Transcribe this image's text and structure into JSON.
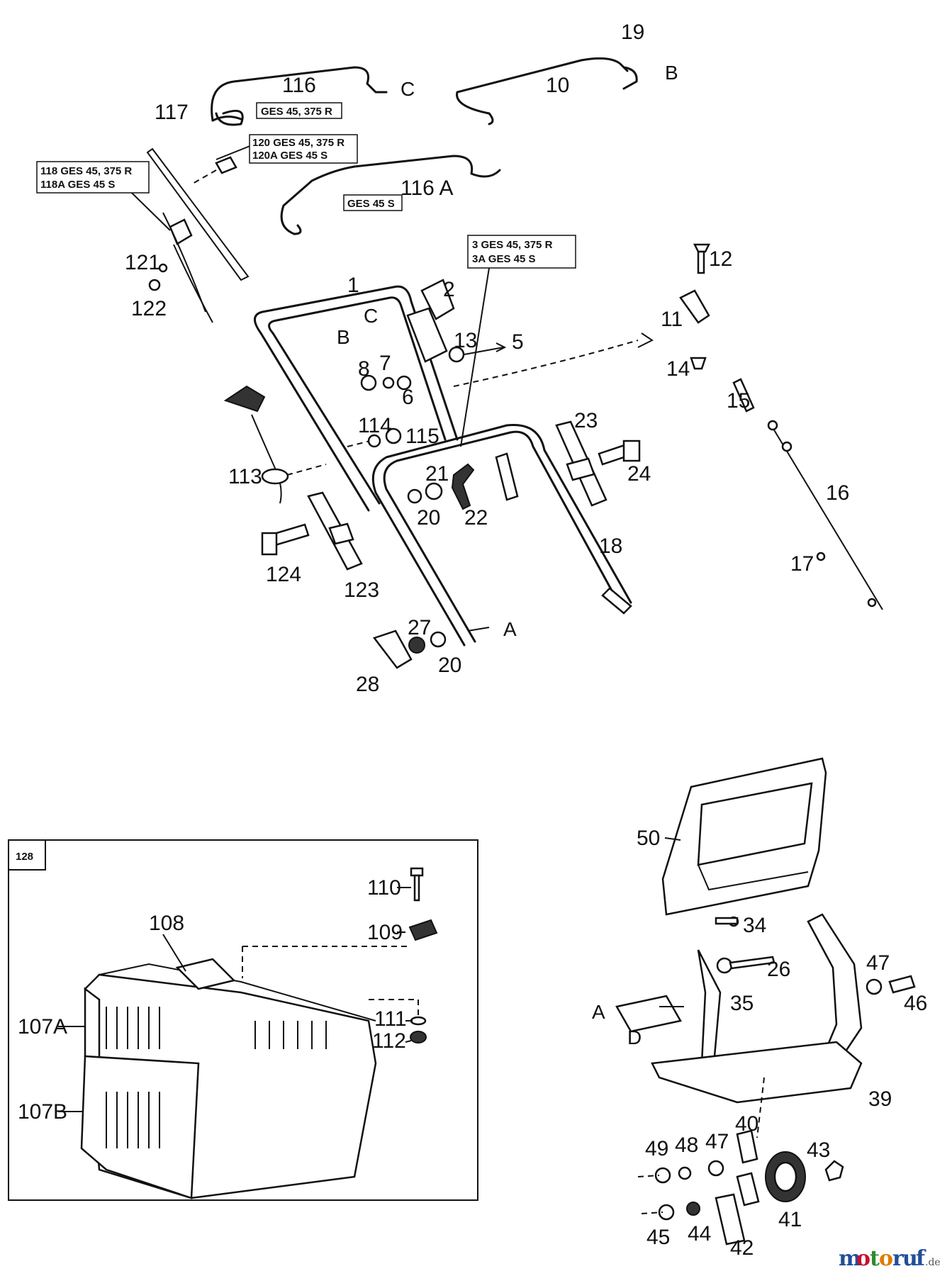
{
  "callouts": [
    {
      "id": "c19",
      "label": "19"
    },
    {
      "id": "c116",
      "label": "116"
    },
    {
      "id": "c10",
      "label": "10"
    },
    {
      "id": "c117",
      "label": "117"
    },
    {
      "id": "c116a",
      "label": "116 A"
    },
    {
      "id": "c121",
      "label": "121"
    },
    {
      "id": "c122",
      "label": "122"
    },
    {
      "id": "c1",
      "label": "1"
    },
    {
      "id": "c2",
      "label": "2"
    },
    {
      "id": "c12",
      "label": "12"
    },
    {
      "id": "c11",
      "label": "11"
    },
    {
      "id": "c13",
      "label": "13"
    },
    {
      "id": "c5",
      "label": "5"
    },
    {
      "id": "c8",
      "label": "8"
    },
    {
      "id": "c7",
      "label": "7"
    },
    {
      "id": "c6",
      "label": "6"
    },
    {
      "id": "c14",
      "label": "14"
    },
    {
      "id": "c15",
      "label": "15"
    },
    {
      "id": "c114",
      "label": "114"
    },
    {
      "id": "c115",
      "label": "115"
    },
    {
      "id": "c23",
      "label": "23"
    },
    {
      "id": "c113",
      "label": "113"
    },
    {
      "id": "c21",
      "label": "21"
    },
    {
      "id": "c24",
      "label": "24"
    },
    {
      "id": "c16",
      "label": "16"
    },
    {
      "id": "c20a",
      "label": "20"
    },
    {
      "id": "c22",
      "label": "22"
    },
    {
      "id": "c18",
      "label": "18"
    },
    {
      "id": "c17",
      "label": "17"
    },
    {
      "id": "c124",
      "label": "124"
    },
    {
      "id": "c123",
      "label": "123"
    },
    {
      "id": "c27",
      "label": "27"
    },
    {
      "id": "c28",
      "label": "28"
    },
    {
      "id": "c20b",
      "label": "20"
    },
    {
      "id": "c50",
      "label": "50"
    },
    {
      "id": "c110",
      "label": "110"
    },
    {
      "id": "c108",
      "label": "108"
    },
    {
      "id": "c109",
      "label": "109"
    },
    {
      "id": "c34",
      "label": "34"
    },
    {
      "id": "c26",
      "label": "26"
    },
    {
      "id": "c47a",
      "label": "47"
    },
    {
      "id": "c107a",
      "label": "107A"
    },
    {
      "id": "c111",
      "label": "111"
    },
    {
      "id": "c35",
      "label": "35"
    },
    {
      "id": "c46",
      "label": "46"
    },
    {
      "id": "c112",
      "label": "112"
    },
    {
      "id": "c107b",
      "label": "107B"
    },
    {
      "id": "c39",
      "label": "39"
    },
    {
      "id": "c40",
      "label": "40"
    },
    {
      "id": "c49",
      "label": "49"
    },
    {
      "id": "c48",
      "label": "48"
    },
    {
      "id": "c47b",
      "label": "47"
    },
    {
      "id": "c43",
      "label": "43"
    },
    {
      "id": "c41",
      "label": "41"
    },
    {
      "id": "c45",
      "label": "45"
    },
    {
      "id": "c44",
      "label": "44"
    },
    {
      "id": "c42",
      "label": "42"
    }
  ],
  "connectors": {
    "c_top": "C",
    "b_top": "B",
    "b_mid": "B",
    "c_mid": "C",
    "a_bot": "A",
    "a_right": "A",
    "d_right": "D"
  },
  "label_boxes": {
    "ges116": "GES 45, 375 R",
    "ges120_1": "120  GES 45, 375 R",
    "ges120_2": "120A  GES 45 S",
    "ges118_1": "118 GES 45, 375 R",
    "ges118_2": "118A GES 45 S",
    "ges116a": "GES 45 S",
    "ges3_1": "3  GES 45, 375 R",
    "ges3_2": "3A  GES 45 S",
    "inset": "128"
  },
  "watermark": {
    "m1": "m",
    "o1": "o",
    "t": "t",
    "o2": "o",
    "r": "r",
    "u": "u",
    "f": "f",
    "suffix": ".de",
    "colors": {
      "blue": "#1f4e9c",
      "red": "#c8102e",
      "green": "#2e8b2e",
      "orange": "#e07b00"
    }
  }
}
